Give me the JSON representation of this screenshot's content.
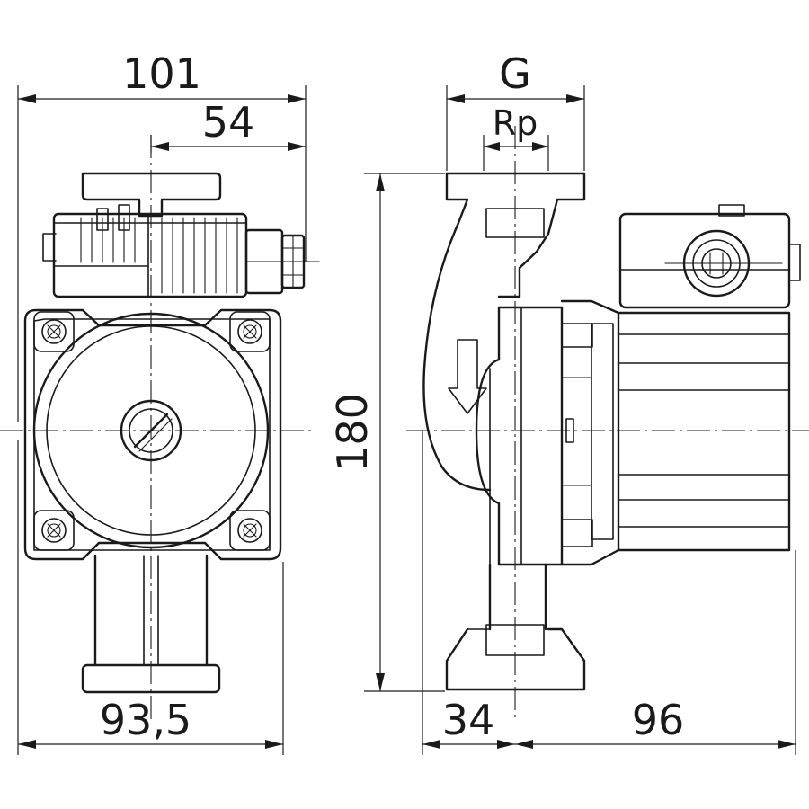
{
  "dimensions": {
    "front_total_width": "101",
    "front_offset_width": "54",
    "front_base_width": "93,5",
    "side_height": "180",
    "side_connection": "G",
    "side_thread": "Rp",
    "side_left": "34",
    "side_right": "96"
  }
}
